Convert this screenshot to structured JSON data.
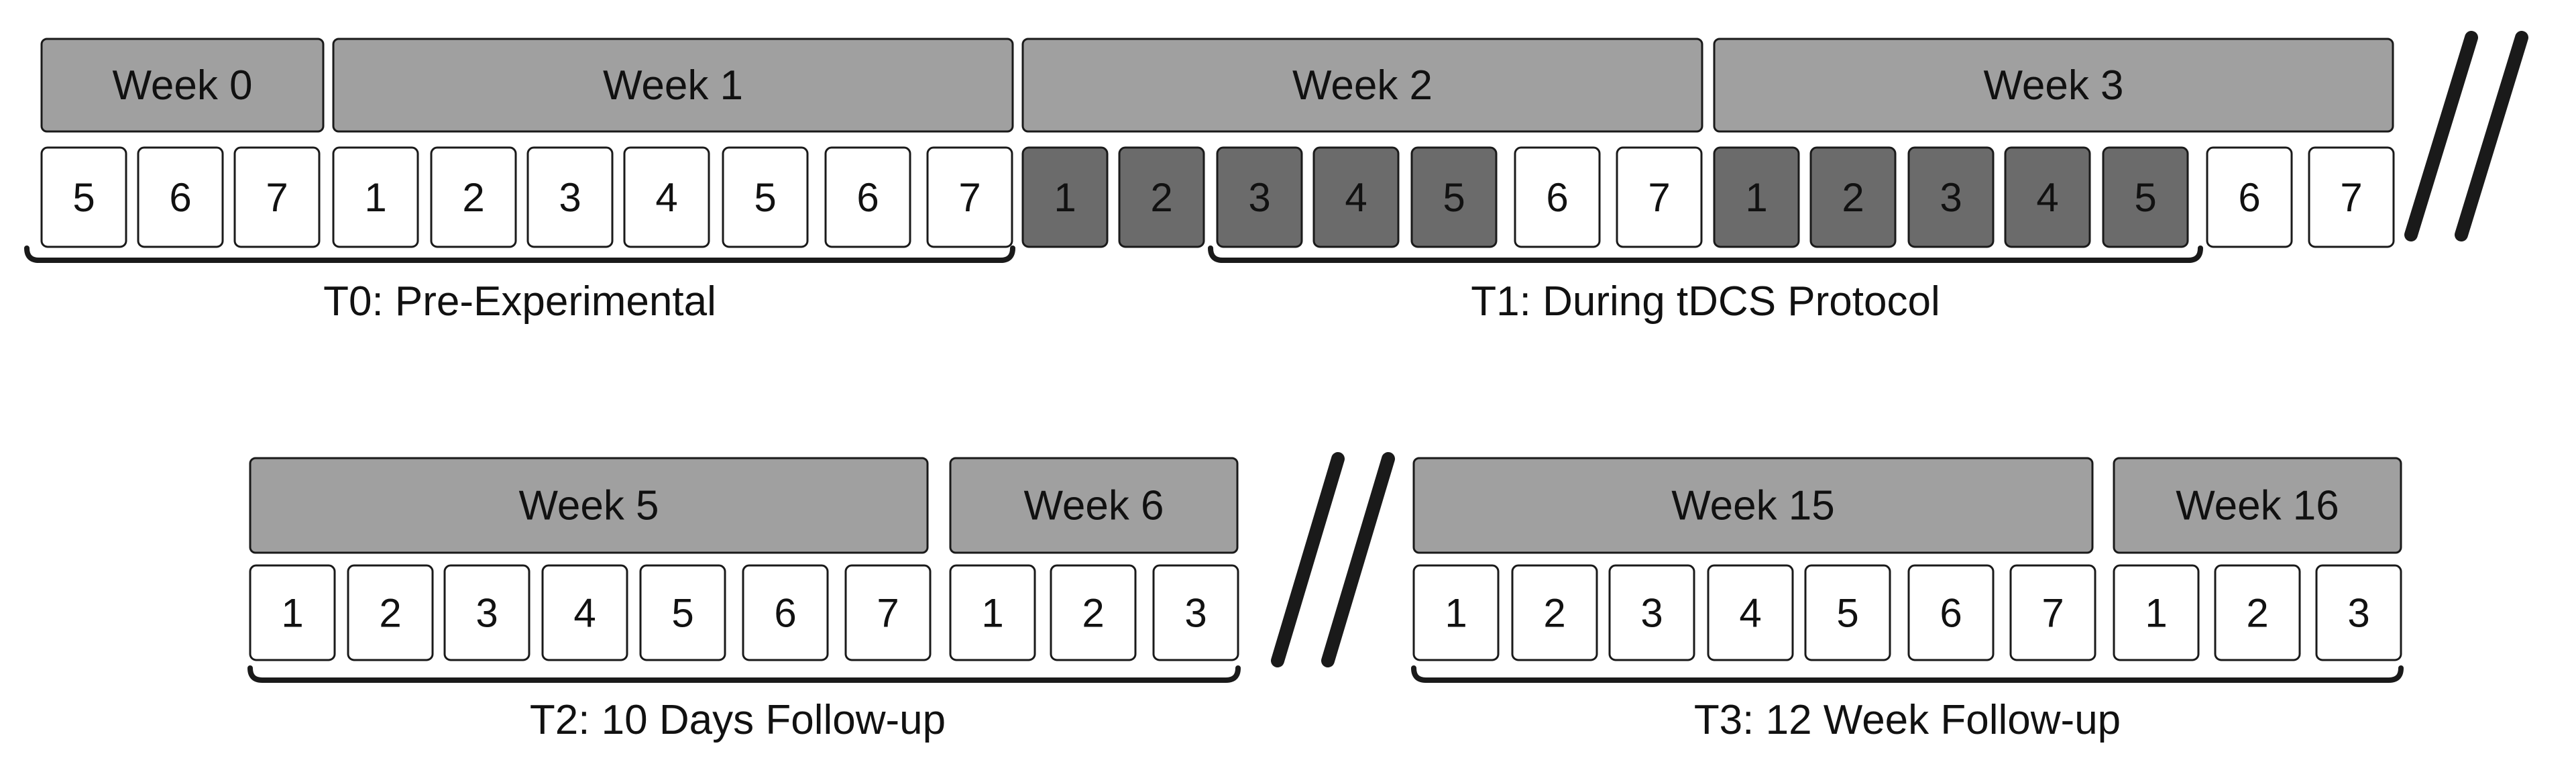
{
  "colors": {
    "week_header": "#a0a0a0",
    "active_day": "#6b6b6b",
    "inactive_day": "#ffffff",
    "stroke": "#1a1a1a",
    "text": "#111111"
  },
  "rows": [
    {
      "weeks": [
        {
          "label": "Week 0",
          "days": [
            {
              "label": "5",
              "active": false
            },
            {
              "label": "6",
              "active": false
            },
            {
              "label": "7",
              "active": false
            }
          ]
        },
        {
          "label": "Week 1",
          "days": [
            {
              "label": "1",
              "active": false
            },
            {
              "label": "2",
              "active": false
            },
            {
              "label": "3",
              "active": false
            },
            {
              "label": "4",
              "active": false
            },
            {
              "label": "5",
              "active": false
            },
            {
              "label": "6",
              "active": false
            },
            {
              "label": "7",
              "active": false
            }
          ]
        },
        {
          "label": "Week 2",
          "days": [
            {
              "label": "1",
              "active": true
            },
            {
              "label": "2",
              "active": true
            },
            {
              "label": "3",
              "active": true
            },
            {
              "label": "4",
              "active": true
            },
            {
              "label": "5",
              "active": true
            },
            {
              "label": "6",
              "active": false
            },
            {
              "label": "7",
              "active": false
            }
          ]
        },
        {
          "label": "Week 3",
          "days": [
            {
              "label": "1",
              "active": true
            },
            {
              "label": "2",
              "active": true
            },
            {
              "label": "3",
              "active": true
            },
            {
              "label": "4",
              "active": true
            },
            {
              "label": "5",
              "active": true
            },
            {
              "label": "6",
              "active": false
            },
            {
              "label": "7",
              "active": false
            }
          ]
        }
      ],
      "periods": [
        {
          "label": "T0: Pre-Experimental"
        },
        {
          "label": "T1: During tDCS Protocol"
        }
      ],
      "break_mark": true
    },
    {
      "weeks": [
        {
          "label": "Week 5",
          "days": [
            {
              "label": "1",
              "active": false
            },
            {
              "label": "2",
              "active": false
            },
            {
              "label": "3",
              "active": false
            },
            {
              "label": "4",
              "active": false
            },
            {
              "label": "5",
              "active": false
            },
            {
              "label": "6",
              "active": false
            },
            {
              "label": "7",
              "active": false
            }
          ]
        },
        {
          "label": "Week 6",
          "days": [
            {
              "label": "1",
              "active": false
            },
            {
              "label": "2",
              "active": false
            },
            {
              "label": "3",
              "active": false
            }
          ]
        },
        {
          "label": "Week 15",
          "days": [
            {
              "label": "1",
              "active": false
            },
            {
              "label": "2",
              "active": false
            },
            {
              "label": "3",
              "active": false
            },
            {
              "label": "4",
              "active": false
            },
            {
              "label": "5",
              "active": false
            },
            {
              "label": "6",
              "active": false
            },
            {
              "label": "7",
              "active": false
            }
          ]
        },
        {
          "label": "Week 16",
          "days": [
            {
              "label": "1",
              "active": false
            },
            {
              "label": "2",
              "active": false
            },
            {
              "label": "3",
              "active": false
            }
          ]
        }
      ],
      "periods": [
        {
          "label": "T2: 10 Days Follow-up"
        },
        {
          "label": "T3: 12 Week Follow-up"
        }
      ],
      "break_mark": true
    }
  ]
}
